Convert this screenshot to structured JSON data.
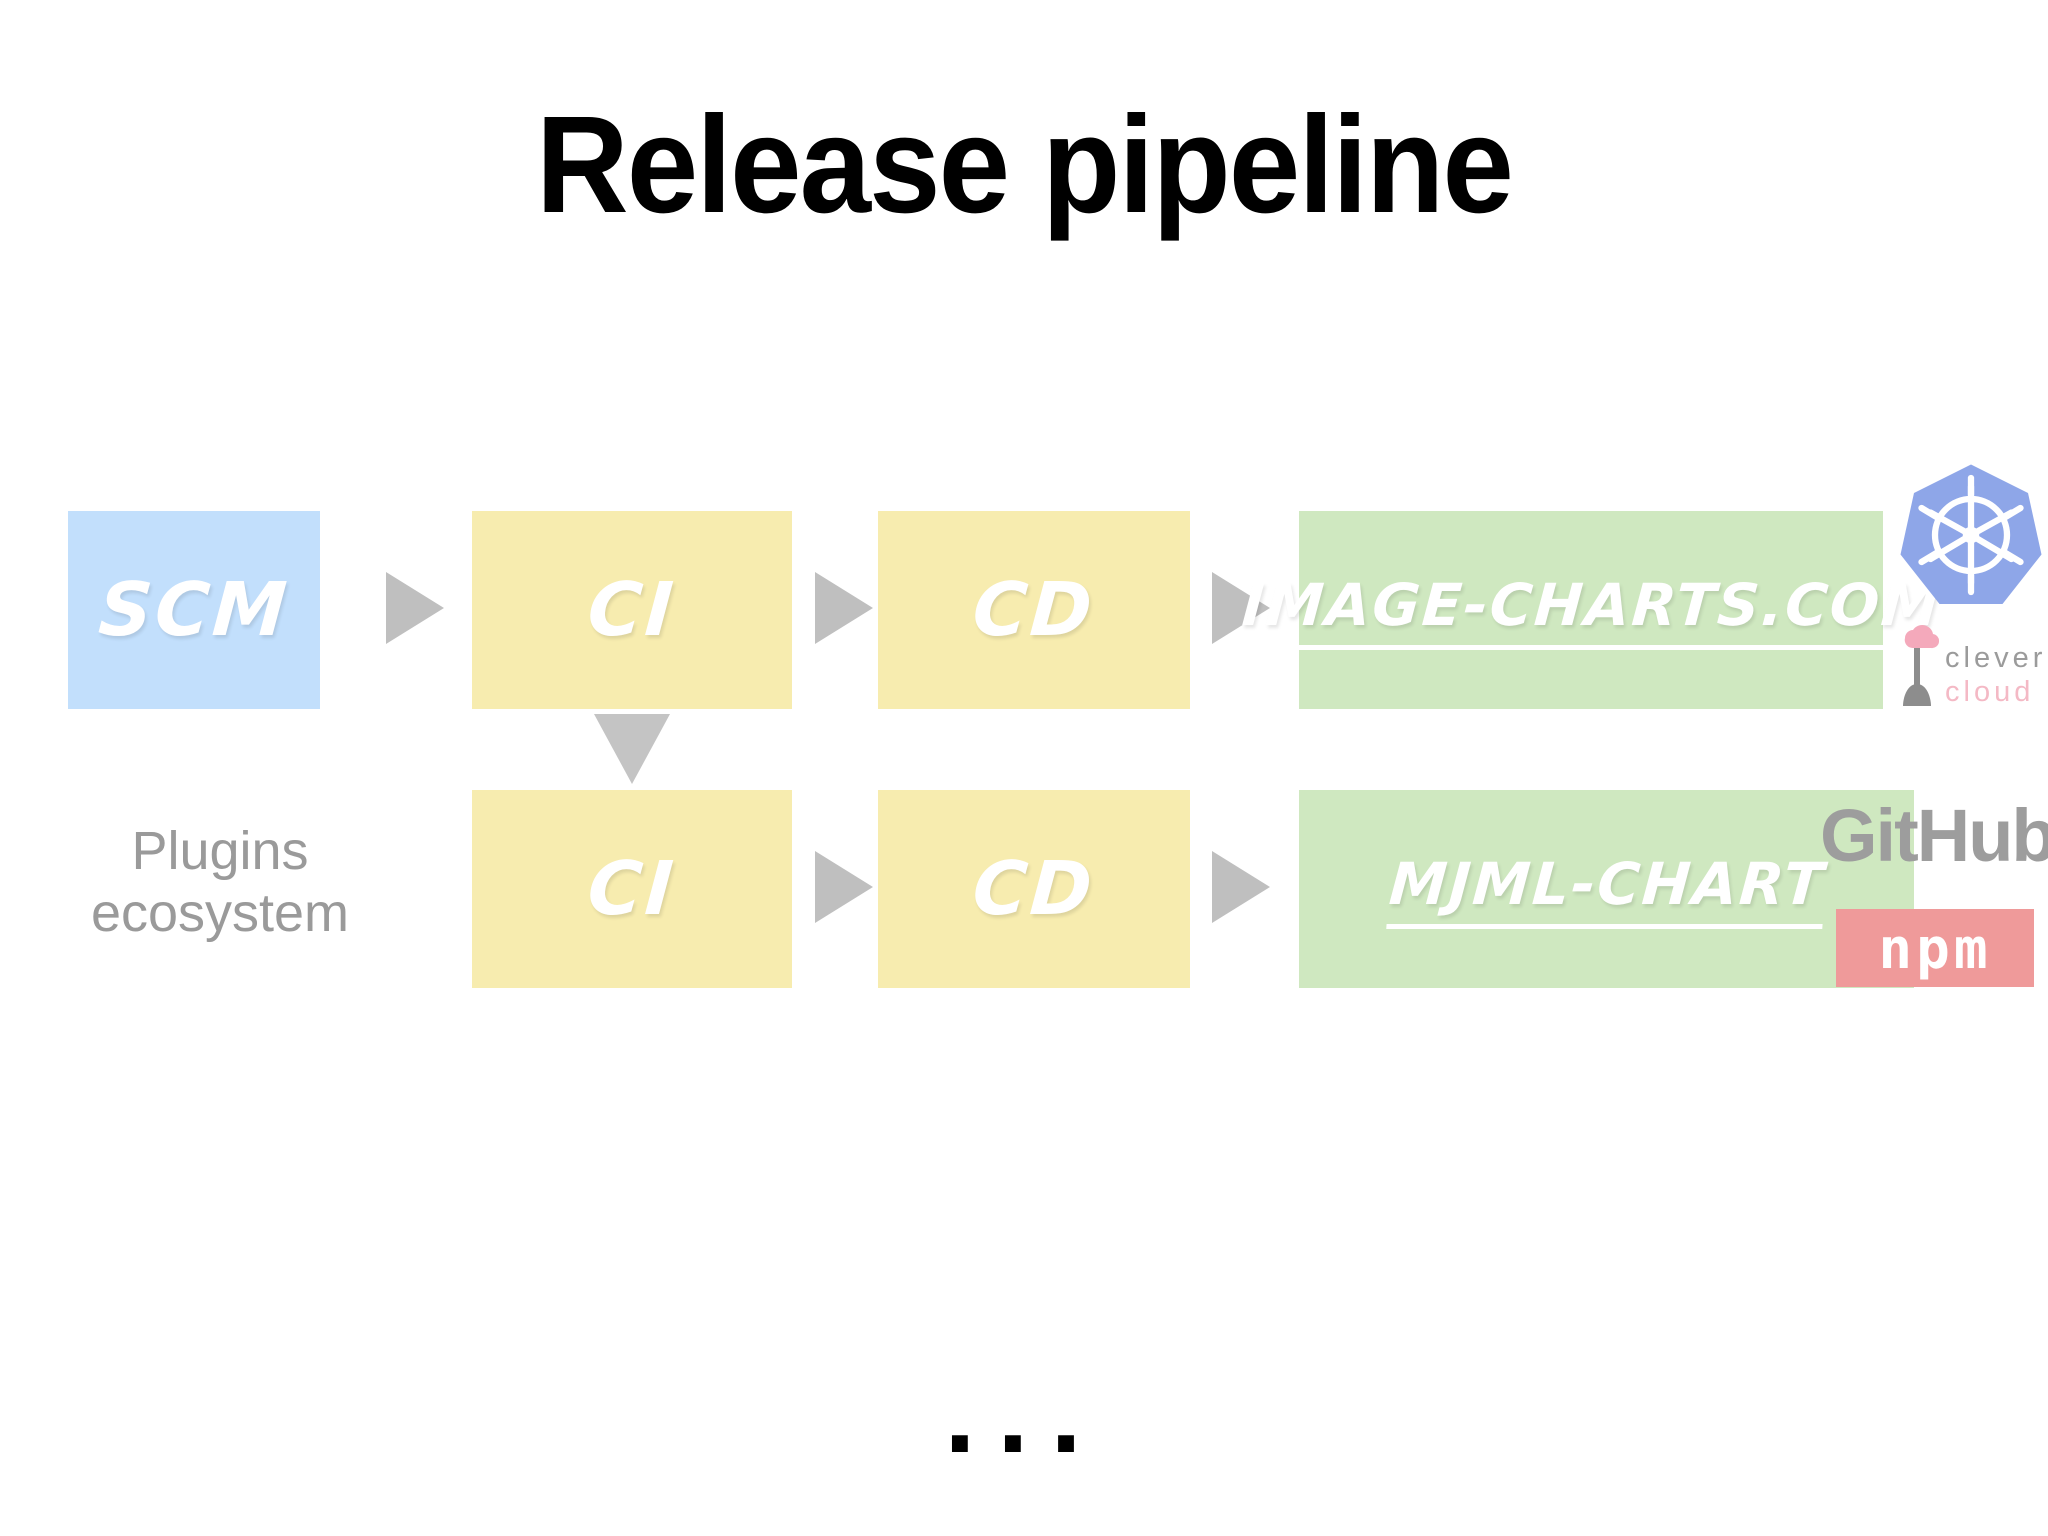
{
  "slide": {
    "title": "Release pipeline",
    "background_color": "#ffffff",
    "ellipsis": "..."
  },
  "palette": {
    "scm_blue": "#c2dffc",
    "ci_cd_yellow": "#f7ecaf",
    "product_green": "#cfe8c0",
    "arrow_gray": "#bfbfbf",
    "caption_gray": "#9a9a9a",
    "title_black": "#000000",
    "k8s_blue": "#8ea6e8",
    "clever_pink": "#f4b9c5",
    "github_gray": "#9d9d9d",
    "npm_red": "#ef9a9a"
  },
  "side_caption": {
    "line1": "Plugins",
    "line2": "ecosystem"
  },
  "pipeline": {
    "rows": [
      {
        "name": "primary-pipeline",
        "stages": [
          {
            "id": "scm",
            "label": "SCM",
            "color": "blue",
            "underlined": false
          },
          {
            "id": "ci-primary",
            "label": "CI",
            "color": "yellow",
            "underlined": false
          },
          {
            "id": "cd-primary",
            "label": "CD",
            "color": "yellow",
            "underlined": false
          },
          {
            "id": "image-charts",
            "label": "IMAGE-CHARTS.COM",
            "color": "green",
            "underlined": true
          }
        ]
      },
      {
        "name": "plugin-pipeline",
        "stages": [
          {
            "id": "ci-plugin",
            "label": "CI",
            "color": "yellow",
            "underlined": false
          },
          {
            "id": "cd-plugin",
            "label": "CD",
            "color": "yellow",
            "underlined": false
          },
          {
            "id": "mjml-chart",
            "label": "MJML-CHART",
            "color": "green",
            "underlined": true
          }
        ]
      }
    ]
  },
  "logos": {
    "kubernetes": {
      "name": "kubernetes-logo",
      "alt": "Kubernetes"
    },
    "clever_cloud": {
      "name": "clever-cloud-logo",
      "word_top": "clever",
      "word_bottom": "cloud"
    },
    "github": {
      "name": "github-logo",
      "label": "GitHub"
    },
    "npm": {
      "name": "npm-logo",
      "label": "npm"
    }
  }
}
